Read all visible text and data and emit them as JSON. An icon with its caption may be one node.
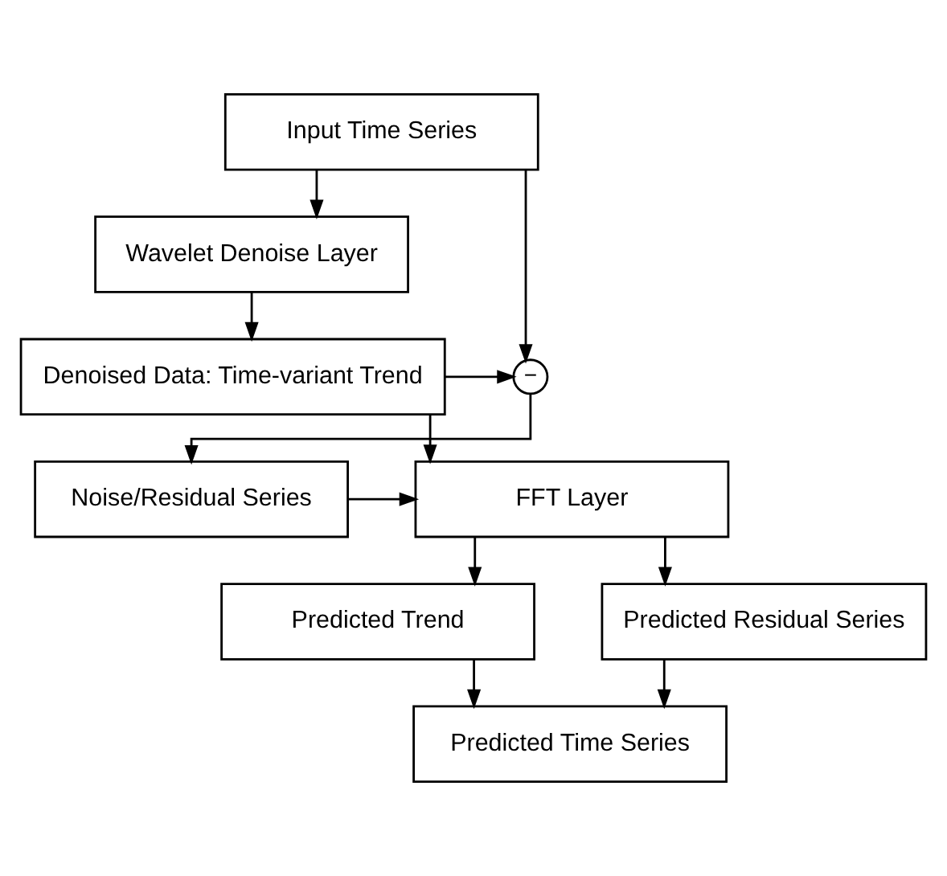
{
  "diagram": {
    "nodes": [
      {
        "text": [
          "Input Time Series"
        ]
      },
      {
        "text": [
          "Wavelet Denoise Layer"
        ]
      },
      {
        "text": [
          "Denoised Data: Time-variant Trend"
        ]
      },
      {
        "text": [
          "−"
        ]
      },
      {
        "text": [
          "FFT Layer"
        ]
      },
      {
        "text": [
          "Noise/Residual Series"
        ]
      },
      {
        "text": [
          "Predicted Trend"
        ]
      },
      {
        "text": [
          "Predicted Residual Series"
        ]
      },
      {
        "text": [
          "Predicted Time Series"
        ]
      }
    ],
    "edges": [
      {
        "from": 0,
        "to": 1,
        "arrow": "to"
      },
      {
        "from": 1,
        "to": 2,
        "arrow": "to"
      },
      {
        "from": 0,
        "to": 3,
        "arrow": "to"
      },
      {
        "from": 2,
        "to": 3,
        "arrow": "to"
      },
      {
        "from": 2,
        "to": 4,
        "arrow": "to"
      },
      {
        "from": 3,
        "to": 5,
        "arrow": "to"
      },
      {
        "from": 5,
        "to": 4,
        "arrow": "to"
      },
      {
        "from": 4,
        "to": 6,
        "arrow": "to"
      },
      {
        "from": 4,
        "to": 7,
        "arrow": "to"
      },
      {
        "from": 6,
        "to": 8,
        "arrow": "to"
      },
      {
        "from": 7,
        "to": 8,
        "arrow": "to"
      }
    ]
  }
}
